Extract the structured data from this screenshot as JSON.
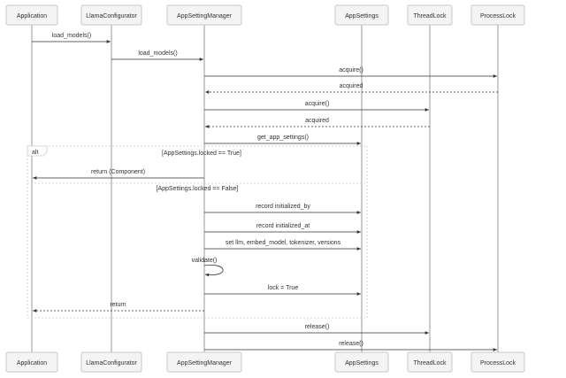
{
  "participants": [
    "Application",
    "LlamaConfigurator",
    "AppSettingManager",
    "AppSettings",
    "ThreadLock",
    "ProcessLock"
  ],
  "messages": [
    {
      "label": "load_models()",
      "from": 0,
      "to": 1,
      "dashed": false
    },
    {
      "label": "load_models()",
      "from": 1,
      "to": 2,
      "dashed": false
    },
    {
      "label": "acquire()",
      "from": 2,
      "to": 5,
      "dashed": false
    },
    {
      "label": "acquired",
      "from": 5,
      "to": 2,
      "dashed": true
    },
    {
      "label": "acquire()",
      "from": 2,
      "to": 4,
      "dashed": false
    },
    {
      "label": "acquired",
      "from": 4,
      "to": 2,
      "dashed": true
    },
    {
      "label": "get_app_settings()",
      "from": 2,
      "to": 3,
      "dashed": false
    },
    {
      "label": "return (Component)",
      "from": 2,
      "to": 0,
      "dashed": false
    },
    {
      "label": "record initialized_by",
      "from": 2,
      "to": 3,
      "dashed": false
    },
    {
      "label": "record initialized_at",
      "from": 2,
      "to": 3,
      "dashed": false
    },
    {
      "label": "set llm, embed_model, tokenizer, versions",
      "from": 2,
      "to": 3,
      "dashed": false
    },
    {
      "label": "validate()",
      "from": 2,
      "to": 2,
      "dashed": false
    },
    {
      "label": "lock = True",
      "from": 2,
      "to": 3,
      "dashed": false
    },
    {
      "label": "return",
      "from": 2,
      "to": 0,
      "dashed": true
    },
    {
      "label": "release()",
      "from": 2,
      "to": 4,
      "dashed": false
    },
    {
      "label": "release()",
      "from": 2,
      "to": 5,
      "dashed": false
    }
  ],
  "alt_block": {
    "keyword": "alt",
    "condition_1": "[AppSettings.locked == True]",
    "condition_2": "[AppSettings.locked == False]"
  }
}
